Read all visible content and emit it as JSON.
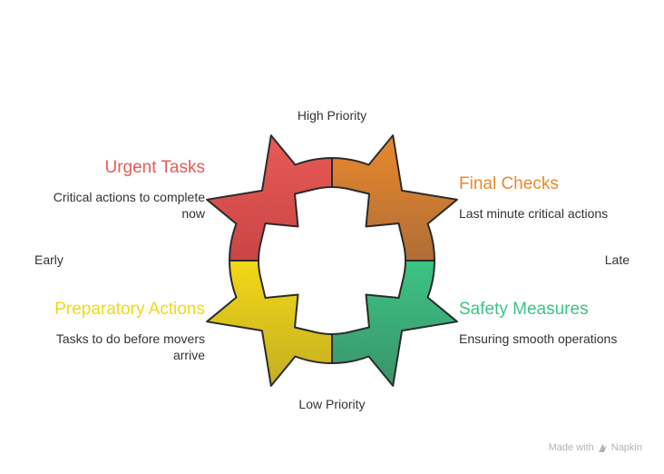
{
  "axes": {
    "top": "High Priority",
    "bottom": "Low Priority",
    "left": "Early",
    "right": "Late"
  },
  "quadrants": {
    "urgent": {
      "title": "Urgent Tasks",
      "desc_line1": "Critical actions to complete",
      "desc_line2": "now",
      "color": "#e85a55"
    },
    "final": {
      "title": "Final Checks",
      "desc_line1": "Last minute critical actions",
      "color": "#e8892d"
    },
    "prep": {
      "title": "Preparatory Actions",
      "desc_line1": "Tasks to do before movers",
      "desc_line2": "arrive",
      "color": "#f2d817"
    },
    "safety": {
      "title": "Safety Measures",
      "desc_line1": "Ensuring smooth operations",
      "color": "#3cc484"
    }
  },
  "watermark": {
    "made_with": "Made with",
    "brand": "Napkin",
    "icon": "napkin-logo-icon"
  }
}
